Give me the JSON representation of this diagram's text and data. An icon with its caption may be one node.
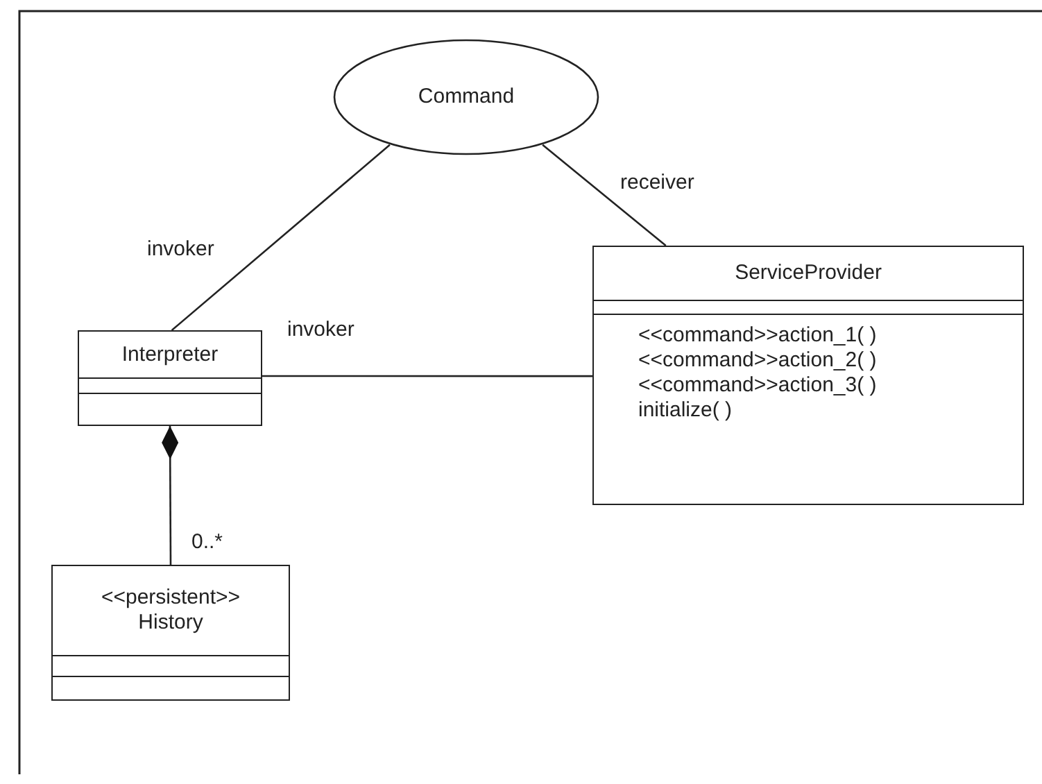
{
  "diagram": {
    "nodes": [
      {
        "text": [
          "Command"
        ]
      },
      {
        "text": [
          "ServiceProvider",
          "<<command>>action_1( )",
          "<<command>>action_2( )",
          "<<command>>action_3( )",
          "initialize( )"
        ]
      },
      {
        "text": [
          "Interpreter"
        ]
      },
      {
        "text": [
          "<<persistent>>",
          "History"
        ]
      }
    ],
    "edges": [
      {
        "from": 0,
        "to": 2,
        "arrow": "none",
        "label": "invoker"
      },
      {
        "from": 0,
        "to": 1,
        "arrow": "none",
        "label": "receiver"
      },
      {
        "from": 2,
        "to": 1,
        "arrow": "none",
        "label": "invoker"
      },
      {
        "from": 2,
        "to": 3,
        "arrow": "other",
        "label": "0..*"
      }
    ]
  }
}
